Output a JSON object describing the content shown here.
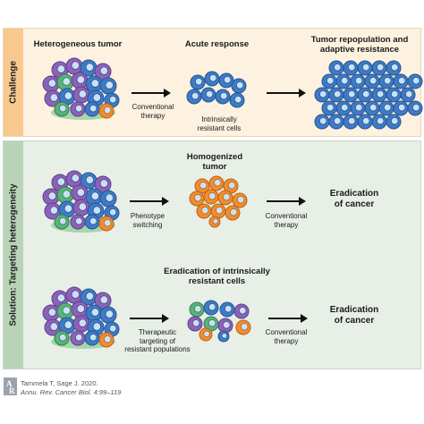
{
  "challenge": {
    "side_label": "Challenge",
    "heterogeneous_tumor": "Heterogeneous tumor",
    "acute_response": "Acute response",
    "repopulation_line1": "Tumor repopulation and",
    "repopulation_line2": "adaptive resistance",
    "therapy_line1": "Conventional",
    "therapy_line2": "therapy",
    "resistant_line1": "Intrinsically",
    "resistant_line2": "resistant cells"
  },
  "solution": {
    "side_label": "Solution: Targeting heterogeneity",
    "homogenized_line1": "Homogenized",
    "homogenized_line2": "tumor",
    "phenotype_line1": "Phenotype",
    "phenotype_line2": "switching",
    "conventional1_line1": "Conventional",
    "conventional1_line2": "therapy",
    "eradication1_line1": "Eradication",
    "eradication1_line2": "of cancer",
    "eradication_resistant_line1": "Eradication of intrinsically",
    "eradication_resistant_line2": "resistant cells",
    "therapeutic_line1": "Therapeutic",
    "therapeutic_line2": "targeting of",
    "therapeutic_line3": "resistant populations",
    "conventional2_line1": "Conventional",
    "conventional2_line2": "therapy",
    "eradication2_line1": "Eradication",
    "eradication2_line2": "of cancer"
  },
  "credit": {
    "line1": "Tammela T, Sage J. 2020.",
    "line2": "Annu. Rev. Cancer Biol. 4:99–119"
  },
  "colors": {
    "purple": "#8a63b8",
    "blue": "#3f7ac6",
    "green": "#58b27a",
    "orange": "#f08d2e",
    "nucleus": "#c8e1f5",
    "challenge_bg": "#fdf1e0",
    "solution_bg": "#e7efe6"
  }
}
